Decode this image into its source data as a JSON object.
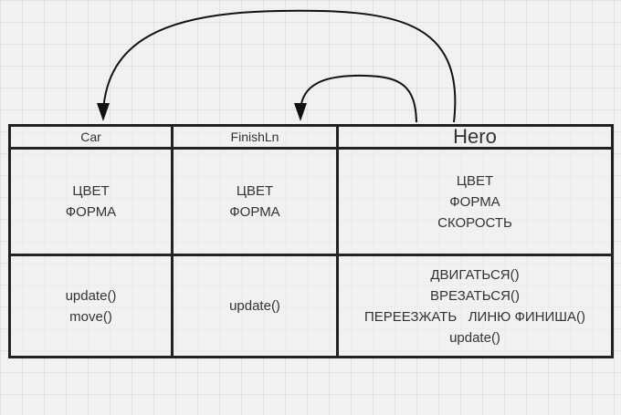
{
  "columns": [
    {
      "name": "Car",
      "attributes": [
        "ЦВЕТ",
        "ФОРМА"
      ],
      "methods": [
        "update()",
        "move()"
      ]
    },
    {
      "name": "FinishLn",
      "attributes": [
        "ЦВЕТ",
        "ФОРМА"
      ],
      "methods": [
        "update()"
      ]
    },
    {
      "name": "Hero",
      "attributes": [
        "ЦВЕТ",
        "ФОРМА",
        "СКОРОСТЬ"
      ],
      "methods": [
        "ДВИГАТЬСЯ()",
        "ВРЕЗАТЬСЯ()",
        "ПЕРЕЕЗЖАТЬ   ЛИНЮ ФИНИША()",
        "update()"
      ]
    }
  ]
}
